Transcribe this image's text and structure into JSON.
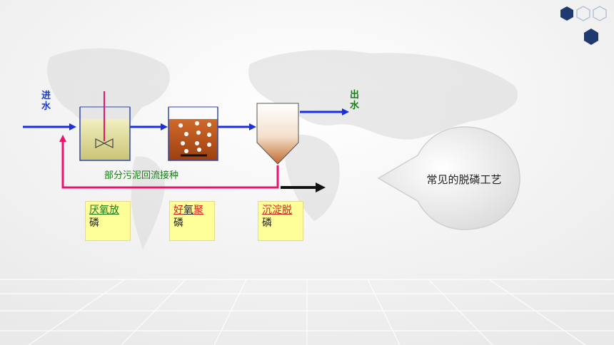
{
  "diagram": {
    "inflow_label": "进水",
    "outflow_label": "出水",
    "return_label": "部分污泥回流接种",
    "stages": [
      {
        "main": "厌氧放",
        "rest": "磷"
      },
      {
        "main_a": "好",
        "main_b": "氧",
        "main_c": "聚",
        "rest": "磷"
      },
      {
        "main": "沉淀脱",
        "rest": "磷"
      }
    ],
    "title": "常见的脱磷工艺"
  },
  "colors": {
    "flow_blue": "#1a2fe0",
    "return_pink": "#e8146e",
    "anaerobic_fill": "#ddd88a",
    "aerobic_fill": "#c0561a",
    "label_bg": "#ffff99",
    "hex_navy": "#1f3a6e"
  }
}
